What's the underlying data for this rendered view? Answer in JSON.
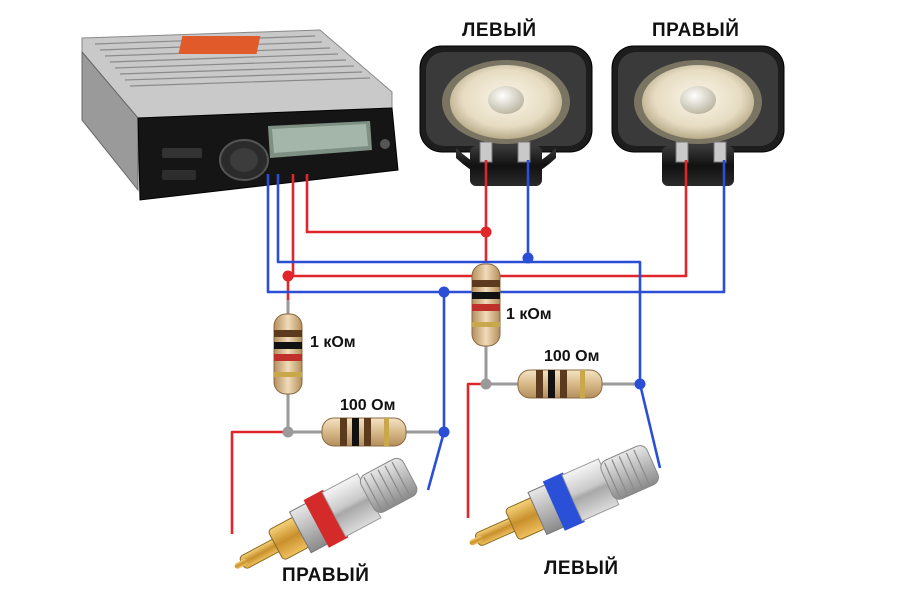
{
  "labels": {
    "speaker_left": "ЛЕВЫЙ",
    "speaker_right": "ПРАВЫЙ",
    "rca_right": "ПРАВЫЙ",
    "rca_left": "ЛЕВЫЙ",
    "res_1k_left": "1 кОм",
    "res_1k_right": "1 кОм",
    "res_100_left": "100 Ом",
    "res_100_right": "100 Ом"
  },
  "colors": {
    "wire_positive": "#e0252b",
    "wire_negative": "#2a4fd6",
    "connector_red_band": "#d42a2a",
    "connector_blue_band": "#2a50d8",
    "rca_gold": "#d9a640"
  },
  "components": {
    "head_unit": "car-radio",
    "speakers": [
      "left-speaker",
      "right-speaker"
    ],
    "resistors": [
      "resistor-1k-left",
      "resistor-100-left",
      "resistor-1k-right",
      "resistor-100-right"
    ],
    "rca_plugs": [
      "rca-plug-right",
      "rca-plug-left"
    ]
  }
}
